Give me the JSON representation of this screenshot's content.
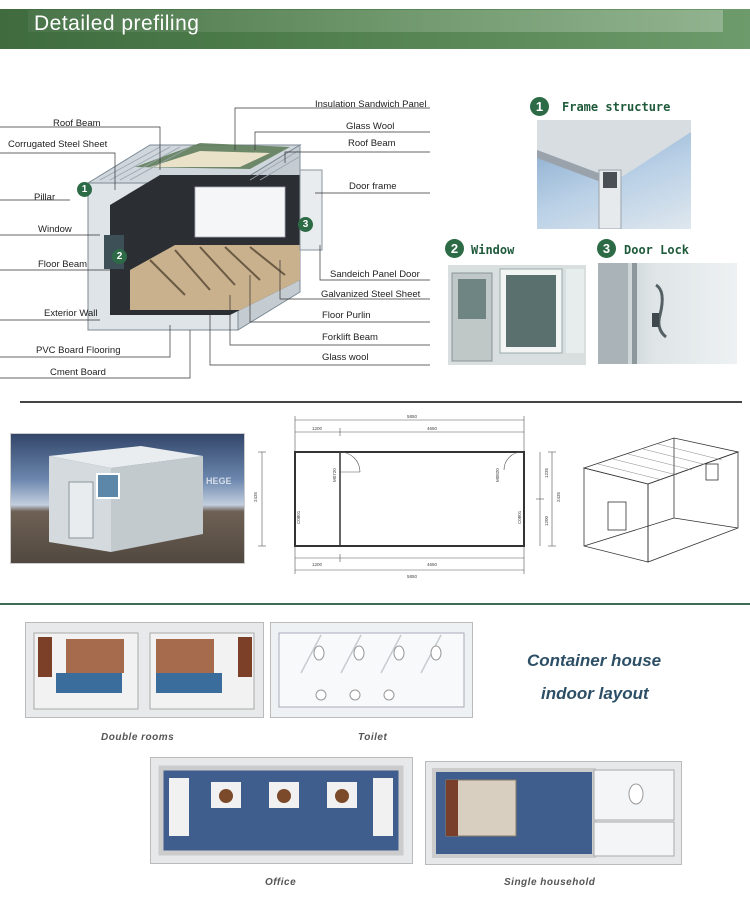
{
  "header": {
    "title": "Detailed prefiling"
  },
  "left_labels": [
    "Roof Beam",
    "Corrugated Steel Sheet",
    "Pillar",
    "Window",
    "Floor Beam",
    "Exterior Wall",
    "PVC Board Flooring",
    "Cment Board"
  ],
  "right_labels": [
    "Insulation Sandwich Panel",
    "Glass Wool",
    "Roof Beam",
    "Door frame",
    "Sandeich Panel Door",
    "Galvanized Steel Sheet",
    "Floor Purlin",
    "Forklift Beam",
    "Glass wool"
  ],
  "markers": [
    "1",
    "2",
    "3"
  ],
  "features": [
    {
      "num": "1",
      "title": "Frame structure"
    },
    {
      "num": "2",
      "title": "Window"
    },
    {
      "num": "3",
      "title": "Door Lock"
    }
  ],
  "render_logo": "HEGE",
  "drawing": {
    "top_total": "5850",
    "top_left": "1200",
    "top_right": "4650",
    "bottom_left": "1200",
    "bottom_right": "4650",
    "bottom_total": "5850",
    "left_height": "2435",
    "right_height": "2435",
    "right_upper": "1235",
    "right_lower": "1200",
    "door_left": "M0720",
    "door_right": "M0820",
    "window_left": "C0801",
    "window_right": "C0801"
  },
  "layout_heading": {
    "line1": "Container house",
    "line2": "indoor layout"
  },
  "layouts": [
    {
      "caption": "Double rooms"
    },
    {
      "caption": "Toilet"
    },
    {
      "caption": "Office"
    },
    {
      "caption": "Single household"
    }
  ]
}
